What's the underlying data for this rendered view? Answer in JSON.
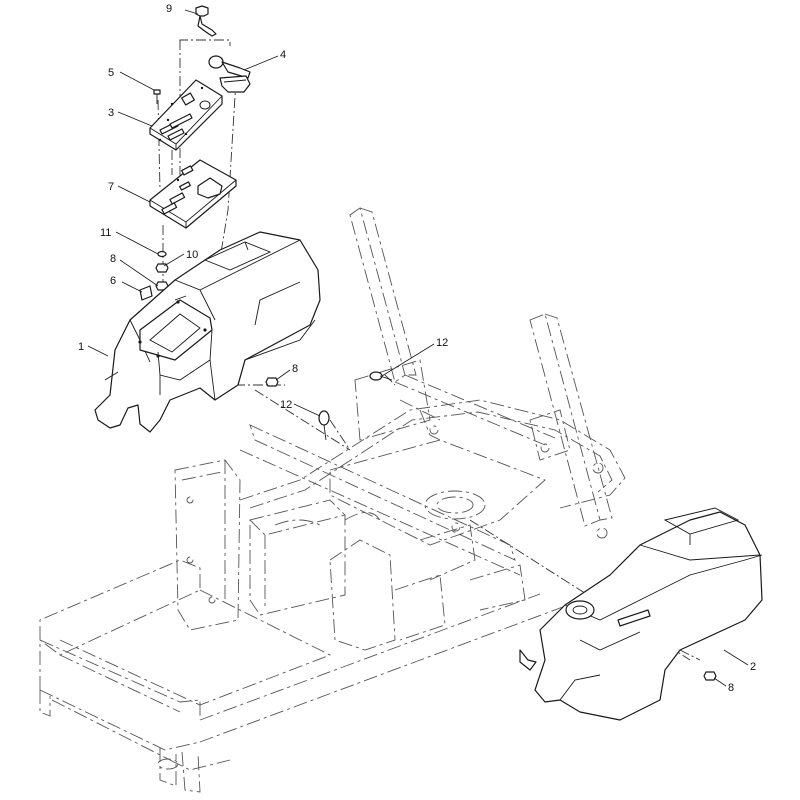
{
  "callouts": {
    "c1": "1",
    "c2": "2",
    "c3": "3",
    "c4": "4",
    "c5": "5",
    "c6": "6",
    "c7": "7",
    "c8a": "8",
    "c8b": "8",
    "c8c": "8",
    "c9": "9",
    "c10": "10",
    "c11": "11",
    "c12a": "12",
    "c12b": "12"
  },
  "colors": {
    "line": "#1a1a1a",
    "background": "#ffffff"
  }
}
